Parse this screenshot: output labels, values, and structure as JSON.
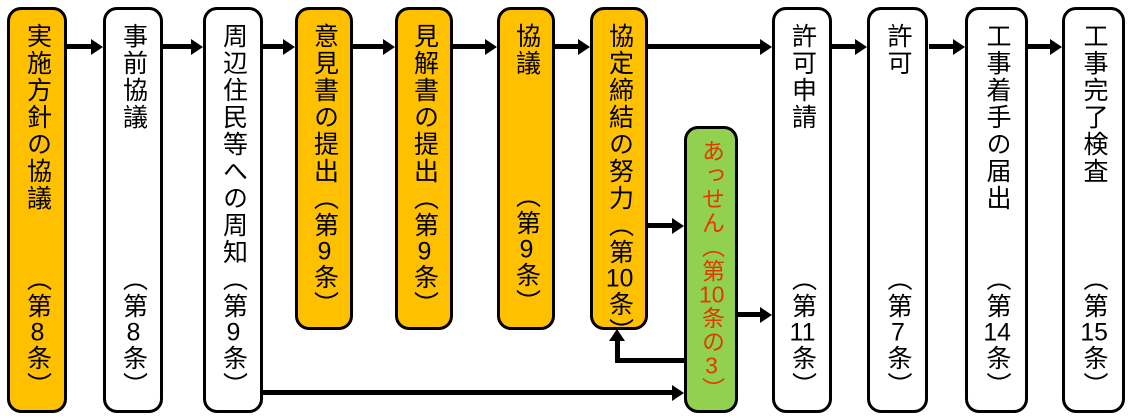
{
  "diagram": {
    "type": "flowchart",
    "direction": "left-to-right",
    "colors": {
      "highlight_box": "#FFC000",
      "plain_box": "#FFFFFF",
      "mediation_box": "#92D050",
      "mediation_text": "#E03A00",
      "border": "#000000",
      "arrow": "#000000"
    },
    "steps": [
      {
        "title": "実施方針の協議",
        "article_prefix": "（第",
        "article_num": "8",
        "article_suffix": "条）",
        "style": "highlight"
      },
      {
        "title": "事前協議",
        "article_prefix": "（第",
        "article_num": "8",
        "article_suffix": "条）",
        "style": "plain"
      },
      {
        "title": "周辺住民等への周知",
        "article_prefix": "（第",
        "article_num": "9",
        "article_suffix": "条）",
        "style": "plain"
      },
      {
        "title": "意見書の提出",
        "article_prefix": "（第",
        "article_num": "9",
        "article_suffix": "条）",
        "style": "highlight"
      },
      {
        "title": "見解書の提出",
        "article_prefix": "（第",
        "article_num": "9",
        "article_suffix": "条）",
        "style": "highlight"
      },
      {
        "title": "協議",
        "article_prefix": "（第",
        "article_num": "9",
        "article_suffix": "条）",
        "style": "highlight"
      },
      {
        "title": "協定締結の努力",
        "article_prefix": "（第",
        "article_num": "10",
        "article_suffix": "条）",
        "style": "highlight"
      },
      {
        "title": "許可申請",
        "article_prefix": "（第",
        "article_num": "11",
        "article_suffix": "条）",
        "style": "plain"
      },
      {
        "title": "許可",
        "article_prefix": "（第",
        "article_num": "7",
        "article_suffix": "条）",
        "style": "plain"
      },
      {
        "title": "工事着手の届出",
        "article_prefix": "（第",
        "article_num": "14",
        "article_suffix": "条）",
        "style": "plain"
      },
      {
        "title": "工事完了検査",
        "article_prefix": "（第",
        "article_num": "15",
        "article_suffix": "条）",
        "style": "plain"
      }
    ],
    "mediation": {
      "title": "あっせん",
      "article_part1": "（第",
      "article_num1": "10",
      "article_part2": "条の",
      "article_num2": "3",
      "article_part3": "）"
    }
  }
}
